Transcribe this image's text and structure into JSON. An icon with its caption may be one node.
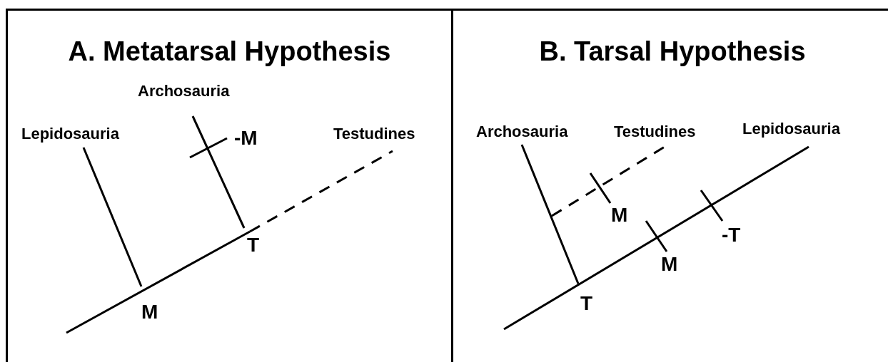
{
  "diagram": {
    "nodes": [
      {
        "text": [
          "A. Metatarsal Hypothesis"
        ]
      },
      {
        "text": [
          "B. Tarsal Hypothesis"
        ]
      }
    ],
    "labels": [
      "Archosauria",
      "Lepidosauria",
      "-M",
      "Testudines",
      "T",
      "M",
      "Archosauria",
      "Testudines",
      "Lepidosauria",
      "M",
      "-T",
      "M",
      "T"
    ]
  }
}
